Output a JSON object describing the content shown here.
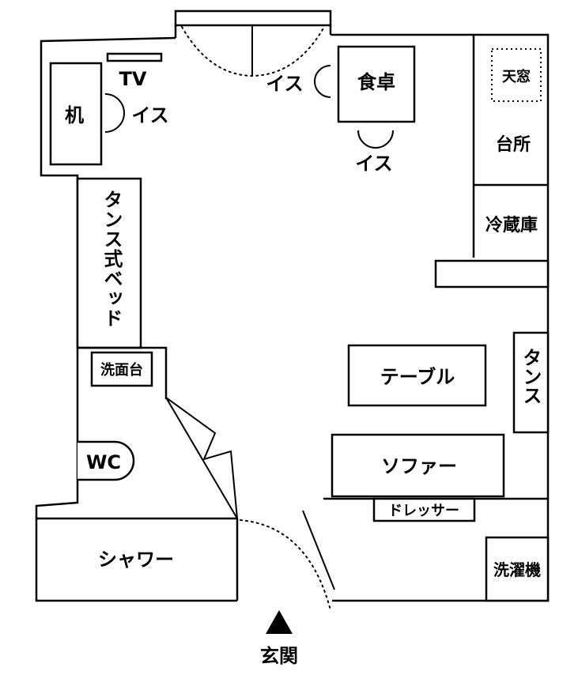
{
  "labels": {
    "tv": "TV",
    "desk": "机",
    "chair_desk": "イス",
    "chair_table_left": "イス",
    "chair_table_bottom": "イス",
    "dining_table": "食卓",
    "skylight": "天窓",
    "kitchen": "台所",
    "fridge": "冷蔵庫",
    "tansu_bed": "タンス式ベッド",
    "washbasin": "洗面台",
    "table": "テーブル",
    "tansu": "タンス",
    "wc": "WC",
    "sofa": "ソファー",
    "dresser": "ドレッサー",
    "shower": "シャワー",
    "washing_machine": "洗濯機",
    "entrance": "玄関"
  }
}
